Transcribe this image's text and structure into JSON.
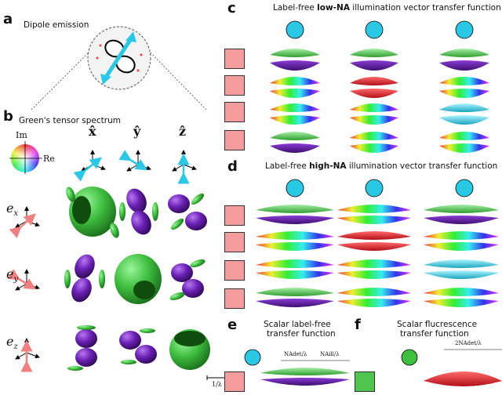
{
  "panels": {
    "a": {
      "letter": "a",
      "title": "Dipole emission"
    },
    "b": {
      "letter": "b",
      "title": "Green's tensor spectrum",
      "im_label": "Im",
      "re_label": "Re",
      "col_x": "x̂",
      "col_y": "ŷ",
      "col_z": "ẑ",
      "row_x": "e",
      "row_x_sub": "x",
      "row_y": "e",
      "row_y_sub": "y",
      "row_z": "e",
      "row_z_sub": "z",
      "scale_label": "1/λ"
    },
    "c": {
      "letter": "c",
      "title_pre": "Label-free ",
      "title_bold": "low-NA",
      "title_post": " illumination vector transfer function"
    },
    "d": {
      "letter": "d",
      "title_pre": "Label-free ",
      "title_bold": "high-NA",
      "title_post": " illumination vector transfer function"
    },
    "e": {
      "letter": "e",
      "title_line1": "Scalar label-free",
      "title_line2": "transfer function",
      "na_det": "NAdet/λ",
      "na_ill": "NAill/λ"
    },
    "f": {
      "letter": "f",
      "title_line1": "Scalar flucrescence",
      "title_line2": "transfer function",
      "two_na": "2NAdet/λ"
    }
  },
  "colors": {
    "green": "#3fbf3f",
    "purple": "#6a1fb4",
    "pink": "#f59d9d",
    "cyan": "#29c9e6",
    "red": "#d8202a",
    "arrow": "#f08080"
  }
}
